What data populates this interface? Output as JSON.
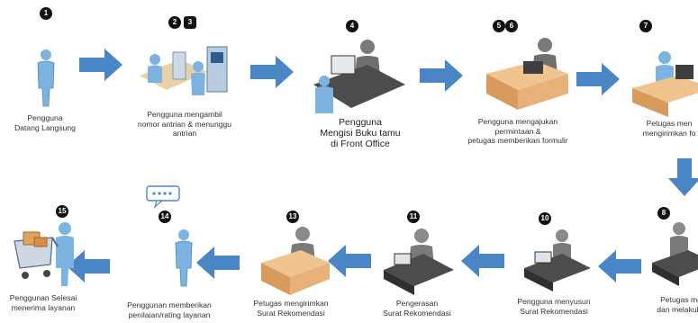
{
  "steps": [
    {
      "badges": [
        "1"
      ],
      "caption": "Pengguna\nDatang Langsung"
    },
    {
      "badges": [
        "2",
        "3"
      ],
      "caption": "Pengguna mengambil\nnomor antrian & menunggu\nantrian"
    },
    {
      "badges": [
        "4"
      ],
      "caption": "Pengguna\nMengisi Buku tamu\ndi Front Office"
    },
    {
      "badges": [
        "5",
        "6"
      ],
      "caption": "Pengguna mengajukan\npermintaan &\npetugas memberikan formulir"
    },
    {
      "badges": [
        "7"
      ],
      "caption": "Petugas men\nmengirimkan fo"
    },
    {
      "badges": [
        "8"
      ],
      "caption": "Petugas me\ndan melakuka"
    },
    {
      "badges": [
        "10"
      ],
      "caption": "Pengguna menyusun\nSurat Rekomendasi"
    },
    {
      "badges": [
        "11"
      ],
      "caption": "Pengerasan\nSurat Rekomendasi"
    },
    {
      "badges": [
        "13"
      ],
      "caption": "Petugas mengirimkan\nSurat Rekomendasi"
    },
    {
      "badges": [
        "14"
      ],
      "caption": "Penggunan memberikan\npenilaian/rating layanan"
    },
    {
      "badges": [
        "15"
      ],
      "caption": "Penggunan Selesai\nmenerima layanan"
    }
  ],
  "colors": {
    "arrow": "#4a86c5",
    "person": "#7db3e0",
    "person_dark": "#4f86be",
    "desk": "#e7b985",
    "desk_dark": "#3d3d3d",
    "badge": "#111111"
  },
  "icons": [
    "person-icon",
    "queue-machine-icon",
    "front-office-desk-icon",
    "service-desk-icon",
    "computer-desk-icon",
    "speech-bubble-icon",
    "shopping-cart-icon"
  ]
}
